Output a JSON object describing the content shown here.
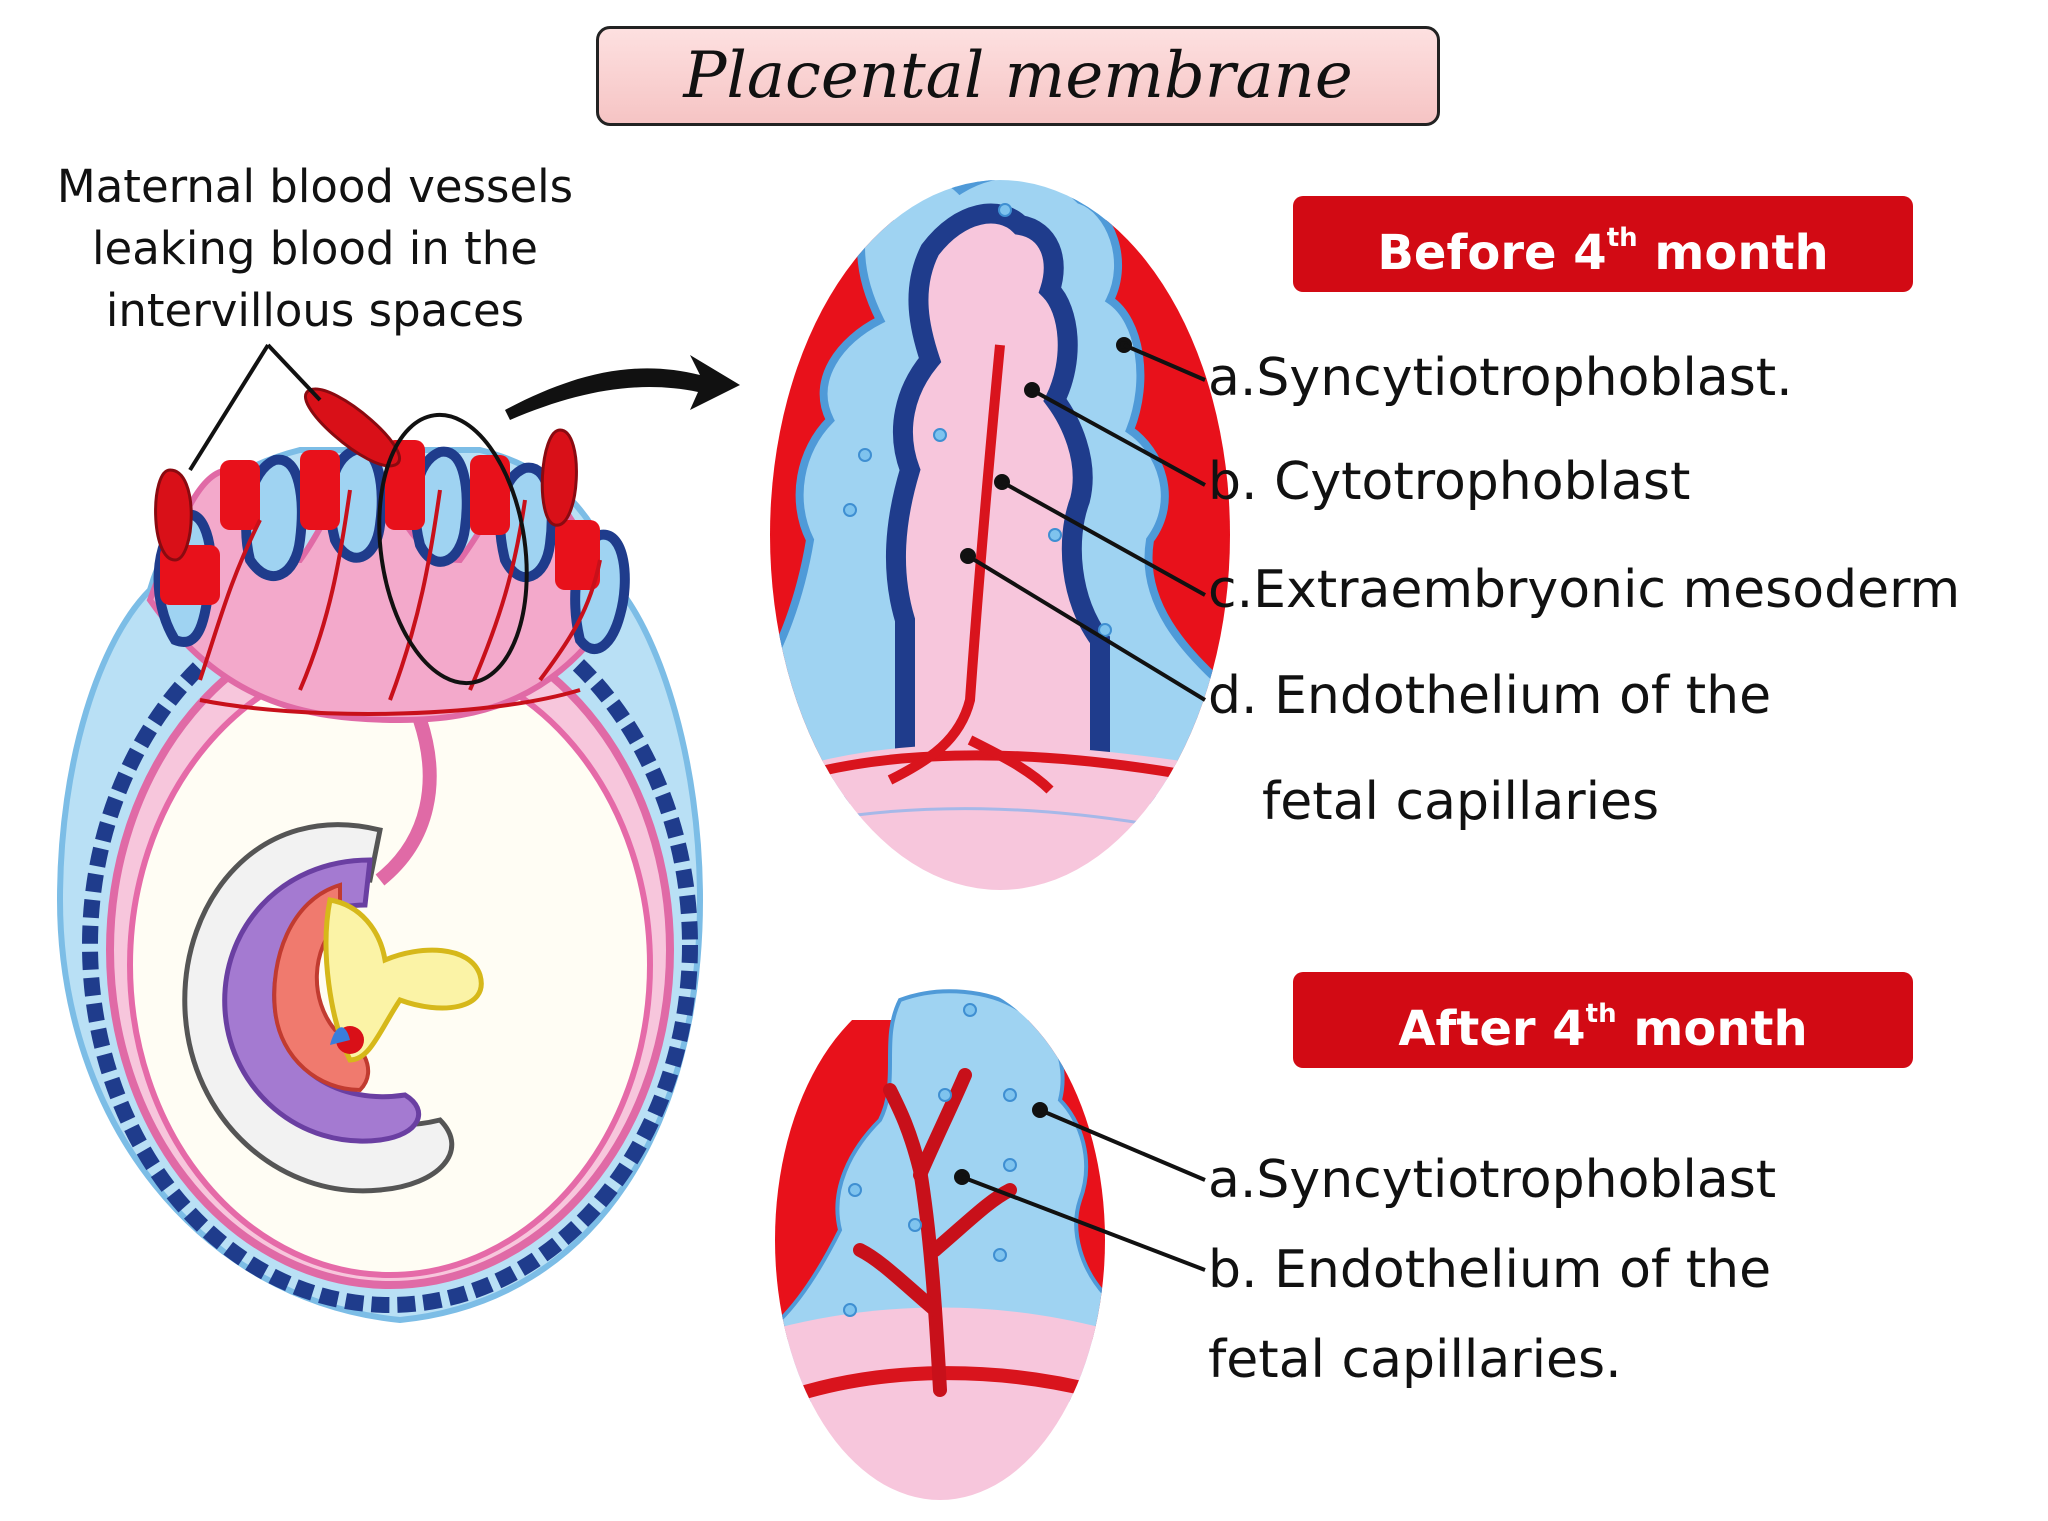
{
  "title": "Placental membrane",
  "maternal_note": {
    "line1": "Maternal blood vessels",
    "line2": "leaking blood in the",
    "line3": "intervillous spaces"
  },
  "before": {
    "banner_pre": "Before 4",
    "banner_sup": "th",
    "banner_post": "month",
    "labels": [
      {
        "letter": "a.",
        "text": "Syncytiotrophoblast."
      },
      {
        "letter": "b.",
        "text": "Cytotrophoblast"
      },
      {
        "letter": "c.",
        "text": "Extraembryonic mesoderm"
      },
      {
        "letter": "d.",
        "text": "Endothelium of the"
      }
    ],
    "label_d_cont": "fetal capillaries"
  },
  "after": {
    "banner_pre": "After 4",
    "banner_sup": "th",
    "banner_post": "month",
    "labels": [
      {
        "letter": "a.",
        "text": "Syncytiotrophoblast"
      },
      {
        "letter": "b.",
        "text": "Endothelium of the"
      }
    ],
    "label_b_cont": "fetal capillaries."
  },
  "colors": {
    "maternal_blood": "#e8111b",
    "syncytio": "#9fd3f2",
    "cytotrophoblast": "#1f3c8c",
    "mesoderm": "#f7c6dc",
    "capillary": "#d9141d",
    "banner": "#d20a14"
  }
}
